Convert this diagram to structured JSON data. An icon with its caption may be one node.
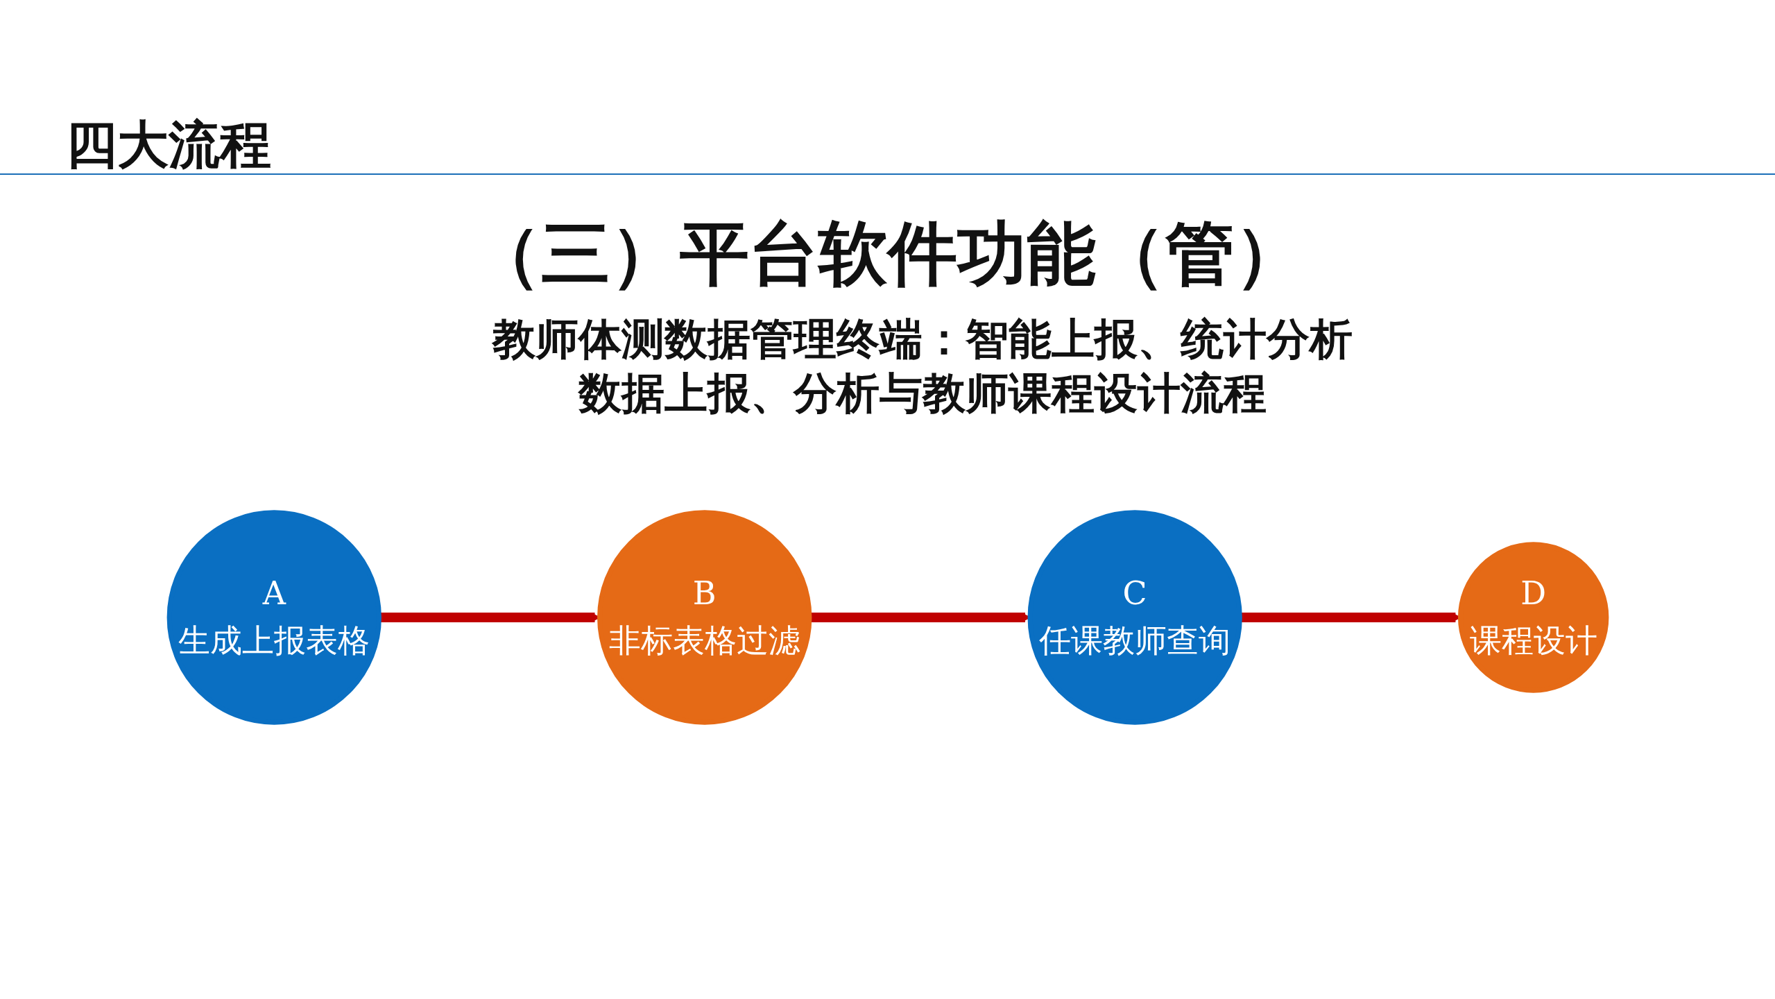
{
  "diagram": {
    "title": "（三）平台软件功能（管）",
    "nodes": [
      {
        "text": [
          "A",
          "生成上报表格"
        ]
      },
      {
        "text": [
          "B",
          "非标表格过滤"
        ]
      },
      {
        "text": [
          "C",
          "任课教师查询"
        ]
      },
      {
        "text": [
          "D",
          "课程设计"
        ]
      }
    ],
    "edges": [
      {
        "from": 0,
        "to": 1,
        "arrow": "to"
      },
      {
        "from": 1,
        "to": 2,
        "arrow": "to"
      },
      {
        "from": 2,
        "to": 3,
        "arrow": "to"
      }
    ],
    "labels": [
      "四大流程",
      "教师体测数据管理终端：智能上报、统计分析数据上报、分析与教师课程设计流程"
    ]
  }
}
